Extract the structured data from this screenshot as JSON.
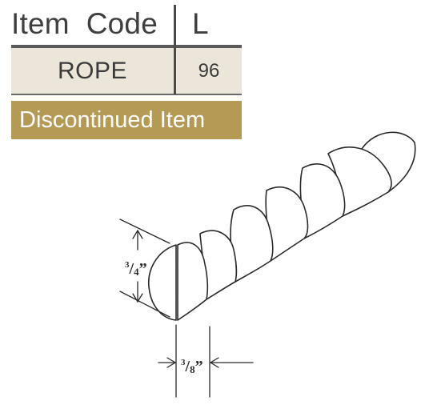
{
  "table": {
    "header_item_code": "Item  Code",
    "header_l": "L",
    "row": {
      "code": "ROPE",
      "length": "96"
    }
  },
  "status_banner": "Discontinued Item",
  "dimensions": {
    "height": {
      "numerator": "3",
      "slash": "/",
      "denominator": "4",
      "unit": "”"
    },
    "width": {
      "numerator": "3",
      "slash": "/",
      "denominator": "8",
      "unit": "”"
    }
  },
  "colors": {
    "banner": "#b49a55",
    "row_background": "#ece6da",
    "rule": "#5a5a5a"
  }
}
